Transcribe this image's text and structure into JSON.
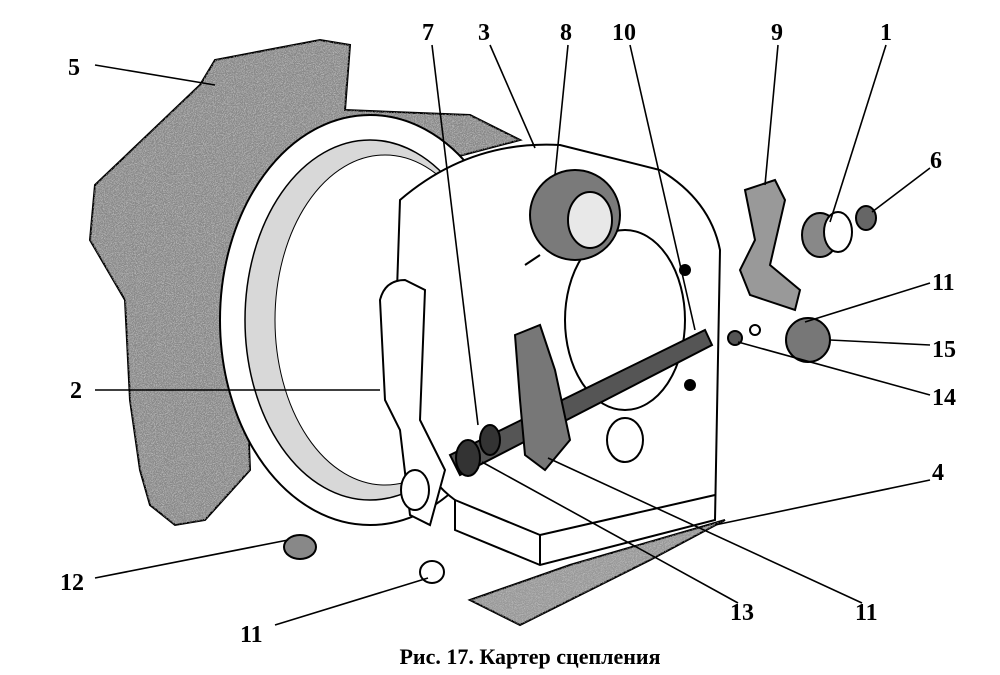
{
  "figure": {
    "caption": "Рис. 17. Картер сцепления",
    "callouts": {
      "c5": "5",
      "c7": "7",
      "c3": "3",
      "c8": "8",
      "c10": "10",
      "c9": "9",
      "c1": "1",
      "c6": "6",
      "c11a": "11",
      "c15": "15",
      "c14": "14",
      "c2": "2",
      "c4": "4",
      "c12": "12",
      "c11b": "11",
      "c13": "13",
      "c11c": "11"
    }
  }
}
